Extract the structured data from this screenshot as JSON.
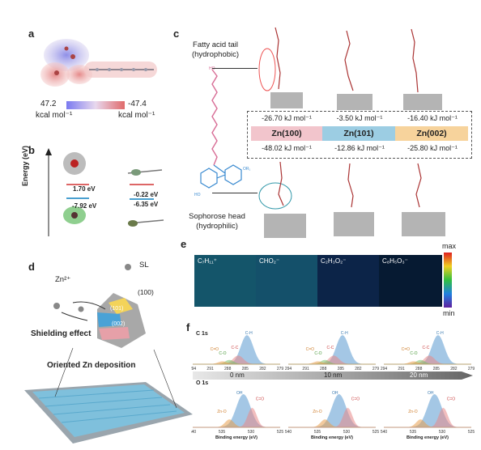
{
  "panels": {
    "a": "a",
    "b": "b",
    "c": "c",
    "d": "d",
    "e": "e",
    "f": "f"
  },
  "a": {
    "left_value": "47.2",
    "right_value": "-47.4",
    "left_unit": "kcal mol⁻¹",
    "right_unit": "kcal mol⁻¹"
  },
  "b": {
    "ylabel": "Energy (eV)",
    "v1": "1.70 eV",
    "v2": "-7.92 eV",
    "v3": "-0.22 eV",
    "v4": "-6.35 eV"
  },
  "c": {
    "tail_label": "Fatty acid tail",
    "tail_sub": "(hydrophobic)",
    "head_label": "Sophorose head",
    "head_sub": "(hydrophilic)",
    "top_values": [
      "-26.70 kJ mol⁻¹",
      "-3.50 kJ mol⁻¹",
      "-16.40 kJ mol⁻¹"
    ],
    "facets": [
      "Zn(100)",
      "Zn(101)",
      "Zn(002)"
    ],
    "bottom_values": [
      "-48.02 kJ mol⁻¹",
      "-12.86 kJ mol⁻¹",
      "-25.80 kJ mol⁻¹"
    ],
    "facet_colors": [
      "#f2c5cc",
      "#9ccde3",
      "#f7d39c"
    ]
  },
  "d": {
    "zn": "Zn²⁺",
    "sl": "SL",
    "f100": "(100)",
    "f101": "(101)",
    "f002": "(002)",
    "shield": "Shielding effect",
    "oriented": "Oriented Zn deposition"
  },
  "e": {
    "labels": [
      "C₇H₁₁⁺",
      "CHO₂⁻",
      "C₂H₃O₂⁻",
      "C₈H₅O₃⁻"
    ],
    "max": "max",
    "min": "min"
  },
  "f": {
    "c1s": "C 1s",
    "o1s": "O 1s",
    "xlabel": "Binding energy (eV)",
    "depths": [
      "0 nm",
      "10 nm",
      "20 nm"
    ],
    "c_ticks": [
      "294",
      "291",
      "288",
      "285",
      "282",
      "279"
    ],
    "o_ticks": [
      "540",
      "535",
      "530",
      "525"
    ],
    "c_peaks": {
      "ch": "C-H",
      "cc": "C-C",
      "co": "C-O",
      "cho": "C=O"
    },
    "o_peaks": {
      "oh": "OH",
      "co": "C=O",
      "zno": "Zn-O"
    }
  }
}
